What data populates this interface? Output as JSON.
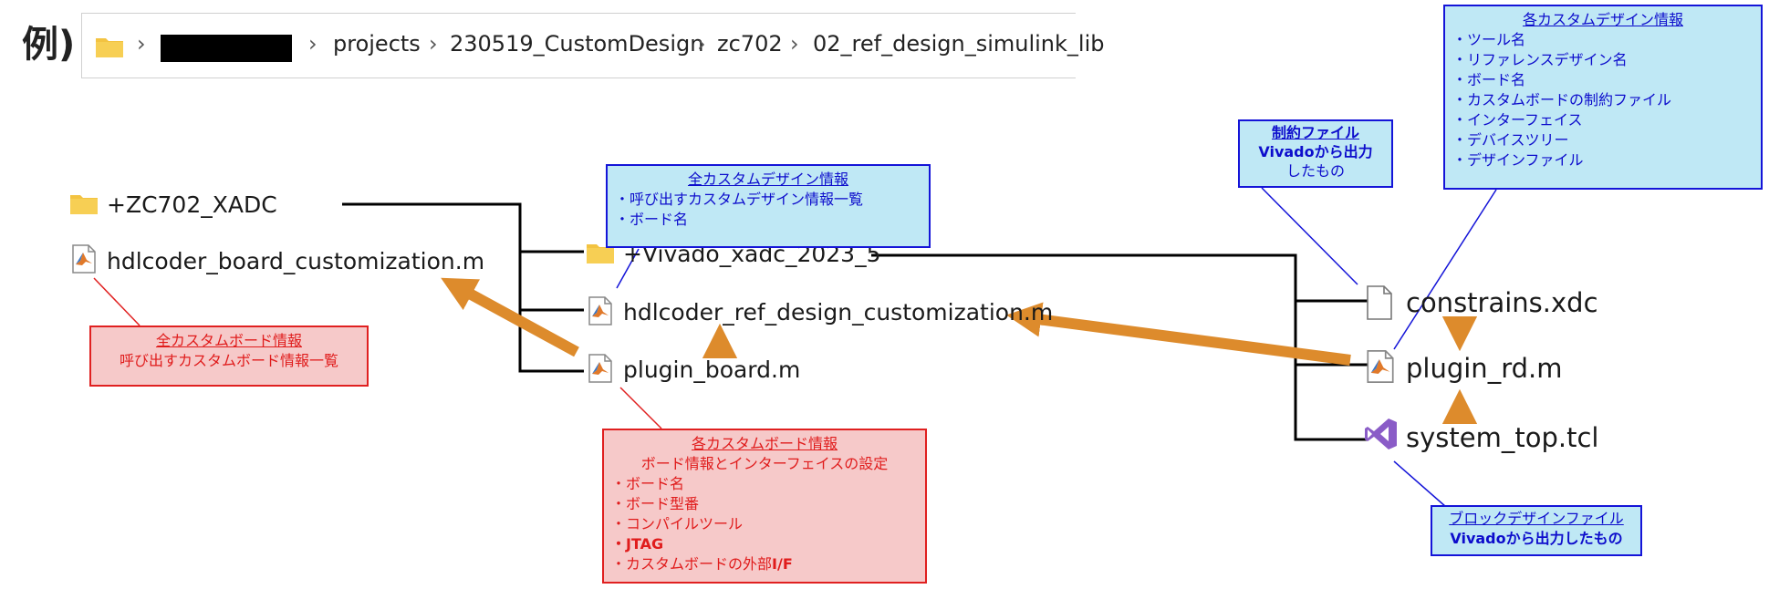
{
  "example_label": "例)",
  "breadcrumb": {
    "items": [
      "projects",
      "230519_CustomDesign",
      "zc702",
      "02_ref_design_simulink_lib"
    ],
    "separator": "›"
  },
  "files": {
    "root_folder": "+ZC702_XADC",
    "board_customization": "hdlcoder_board_customization.m",
    "vivado_folder": "+Vivado_xadc_2023_5",
    "ref_design_customization": "hdlcoder_ref_design_customization.m",
    "plugin_board": "plugin_board.m",
    "constraints": "constrains.xdc",
    "plugin_rd": "plugin_rd.m",
    "system_top": "system_top.tcl"
  },
  "callouts": {
    "all_board": {
      "title": "全カスタムボード情報",
      "lines": [
        "呼び出すカスタムボード情報一覧"
      ]
    },
    "all_design": {
      "title": "全カスタムデザイン情報",
      "lines": [
        "・呼び出すカスタムデザイン情報一覧",
        "・ボード名"
      ]
    },
    "each_board": {
      "title": "各カスタムボード情報",
      "subtitle": "ボード情報とインターフェイスの設定",
      "lines": [
        "・ボード名",
        "・ボード型番",
        "・コンパイルツール"
      ],
      "jtag": "・JTAG",
      "ext_prefix": "・カスタムボードの外部",
      "ext_suffix": "I/F"
    },
    "constraint_file": {
      "title": "制約ファイル",
      "line1": "Vivadoから出力",
      "line2": "したもの"
    },
    "each_design": {
      "title": "各カスタムデザイン情報",
      "lines": [
        "・ツール名",
        "・リファレンスデザイン名",
        "・ボード名",
        "・カスタムボードの制約ファイル",
        "・インターフェイス",
        "・デバイスツリー",
        "・デザインファイル"
      ]
    },
    "block_design": {
      "title": "ブロックデザインファイル",
      "line": "Vivadoから出力したもの"
    }
  },
  "colors": {
    "arrow": "#dd8b2c",
    "tree_line": "#000000",
    "callout_blue_fill": "#bfe8f5",
    "callout_blue_border": "#1414d8",
    "callout_red_fill": "#f6c9c9",
    "callout_red_border": "#e02020",
    "folder_icon": "#f3c341"
  }
}
